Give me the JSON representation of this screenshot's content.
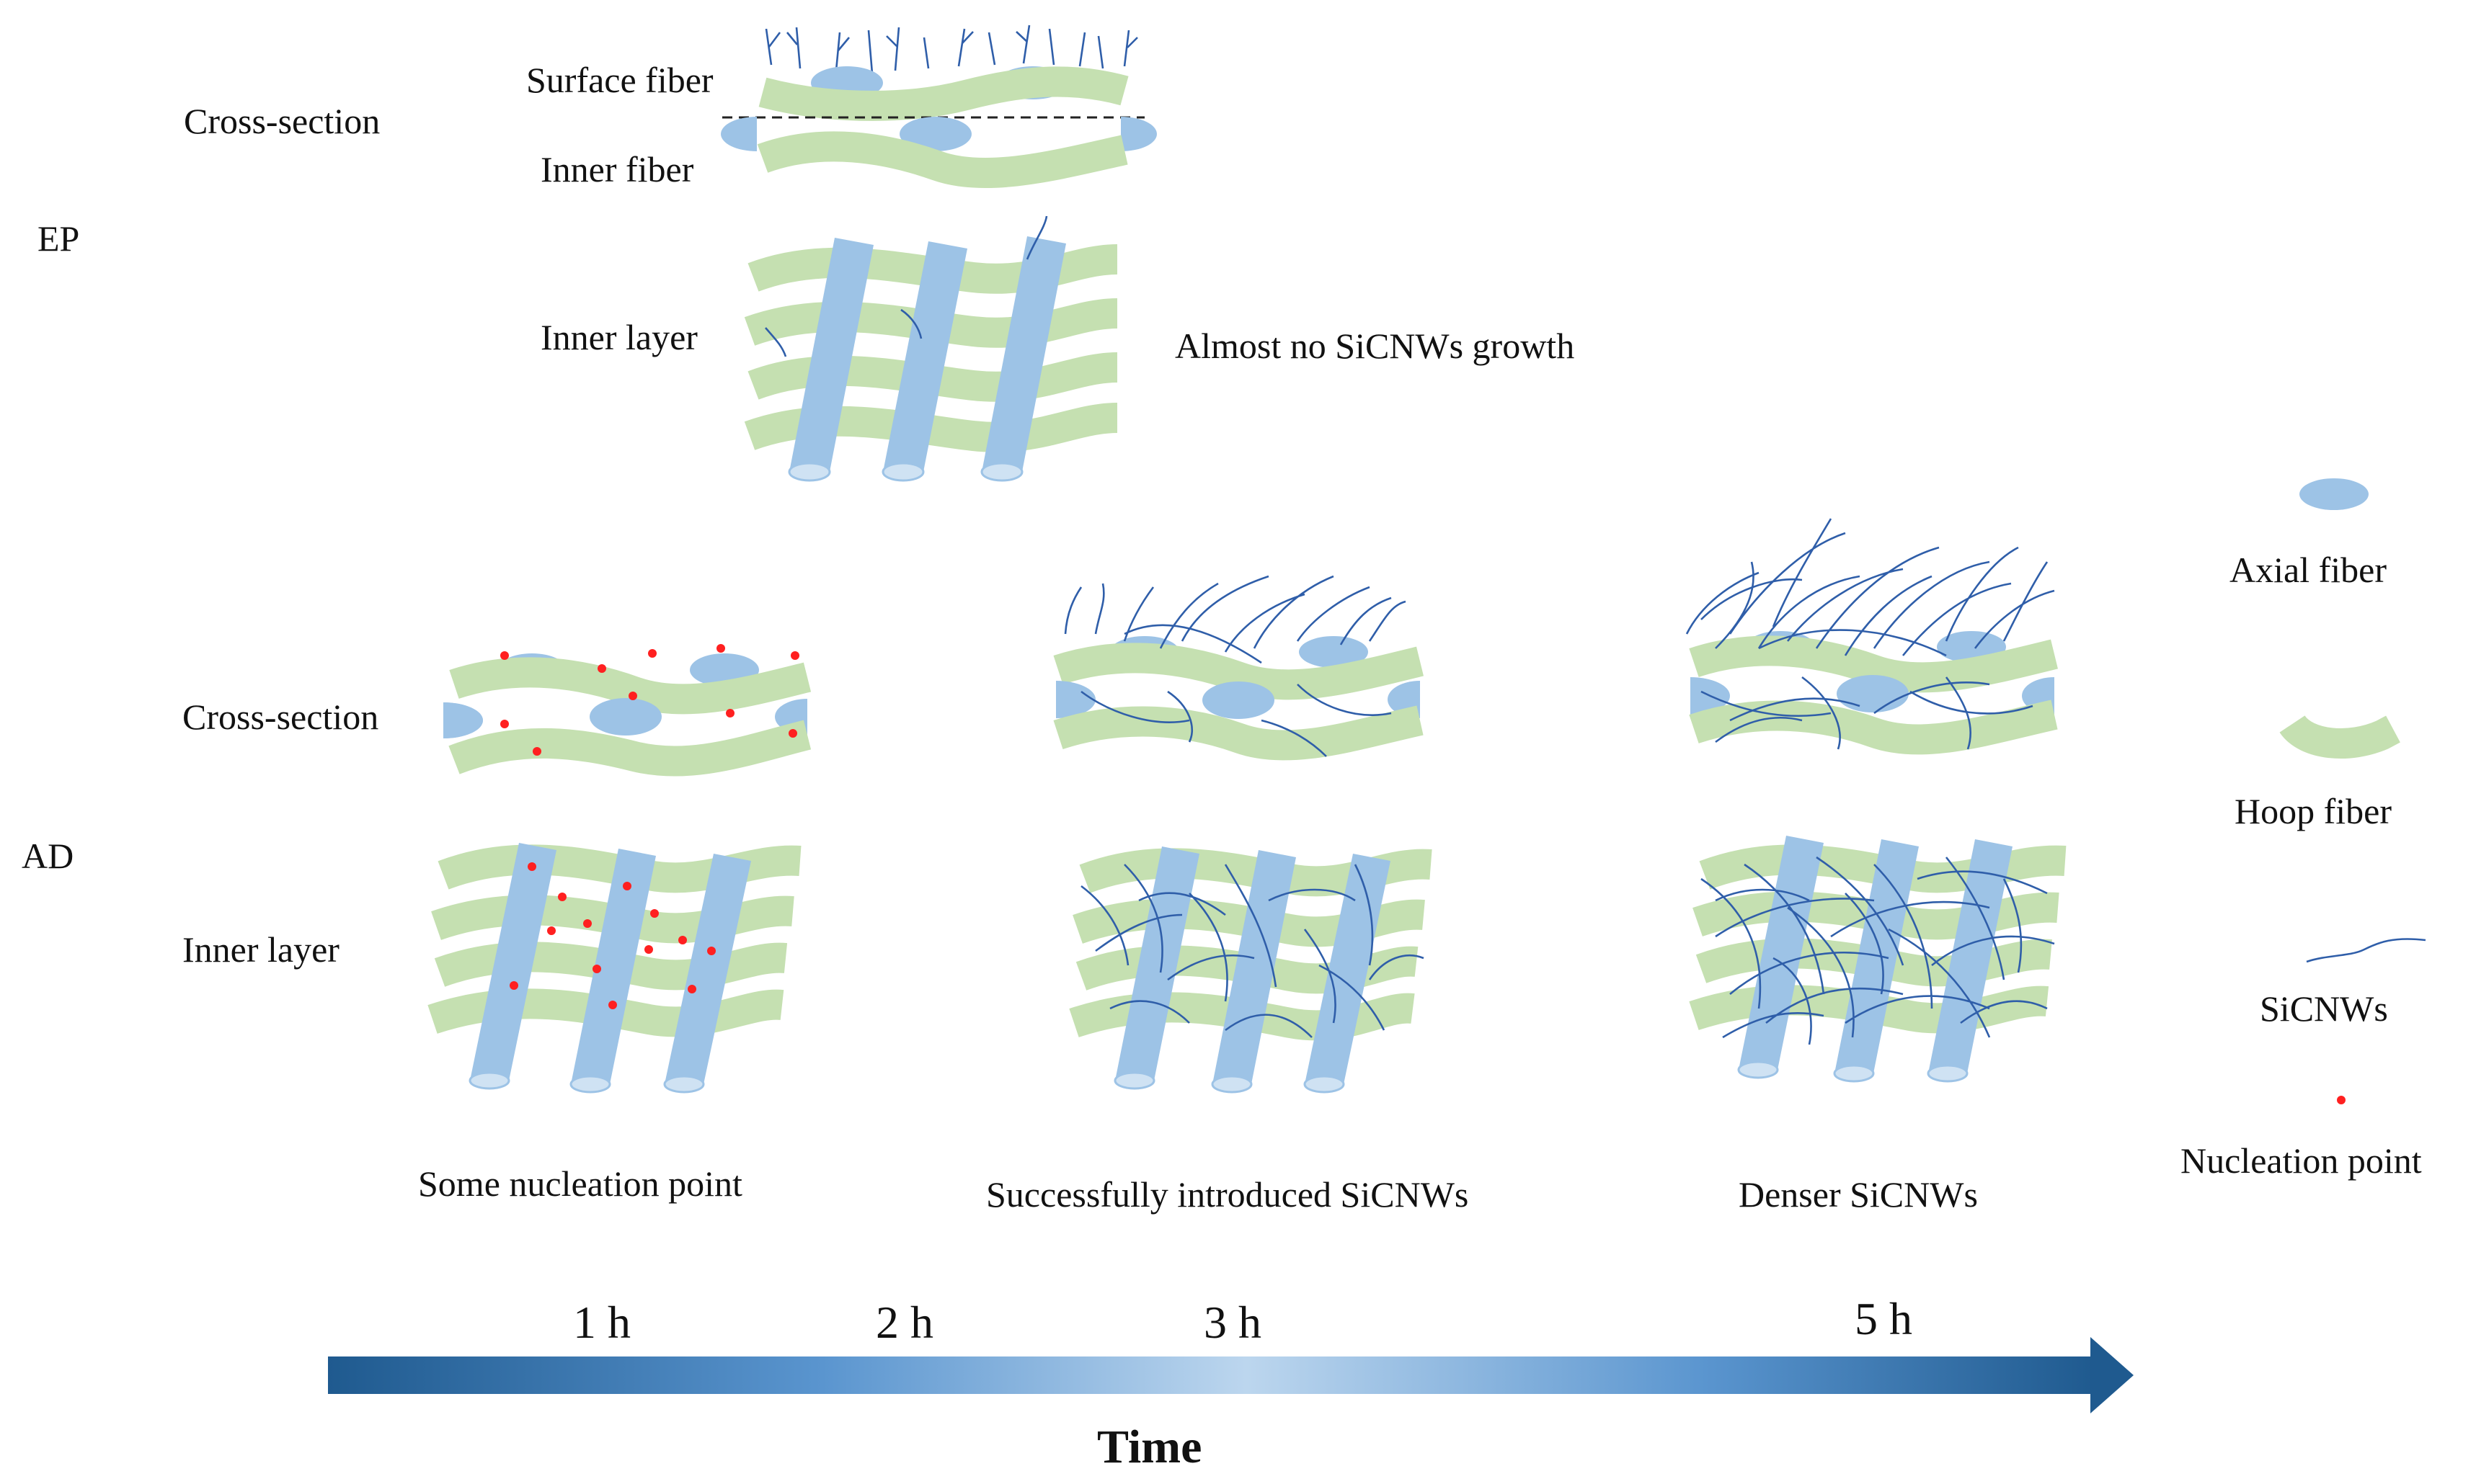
{
  "ep": {
    "row_label": "EP",
    "cross_section_label": "Cross-section",
    "surface_fiber_label": "Surface fiber",
    "inner_fiber_label": "Inner fiber",
    "inner_layer_label": "Inner layer",
    "note": "Almost no SiCNWs growth"
  },
  "ad": {
    "row_label": "AD",
    "cross_section_label": "Cross-section",
    "inner_layer_label": "Inner layer",
    "stages": [
      {
        "caption": "Some nucleation point"
      },
      {
        "caption": "Successfully introduced SiCNWs"
      },
      {
        "caption": "Denser SiCNWs"
      }
    ]
  },
  "timeline": {
    "label": "Time",
    "ticks": [
      "1 h",
      "2 h",
      "3 h",
      "5 h"
    ]
  },
  "legend": {
    "axial_fiber": "Axial fiber",
    "hoop_fiber": "Hoop fiber",
    "sicnws": "SiCNWs",
    "nucleation_point": "Nucleation point"
  },
  "colors": {
    "hoop_fiber": "#c5e0b1",
    "axial_fiber": "#9dc3e6",
    "sicnws": "#2f5ea9",
    "nucleation_point": "#ff2020",
    "arrow_dark": "#1f5a8f",
    "arrow_light": "#bcd6ee"
  }
}
